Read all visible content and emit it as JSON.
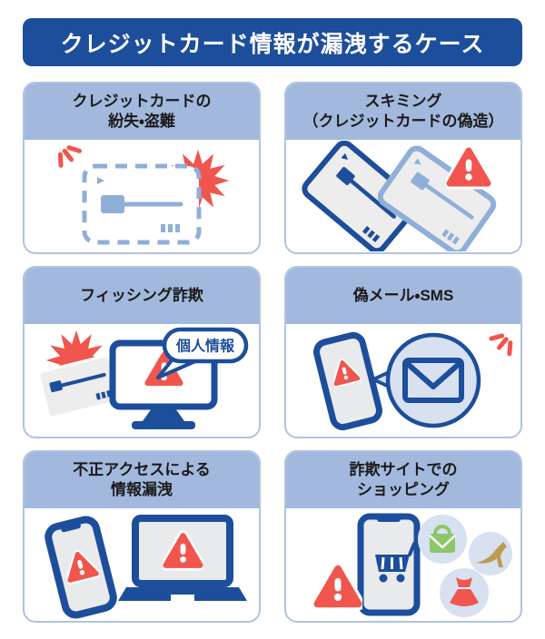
{
  "title": "クレジットカード情報が漏洩するケース",
  "colors": {
    "primary_blue": "#1d4e9c",
    "header_blue": "#a2b9dd",
    "panel_border": "#b0c3e0",
    "icon_blue": "#8fafd9",
    "alert_red": "#f0564e",
    "pale_circle": "#d7e1f0",
    "screen_gray": "#e9eaec",
    "card_gray": "#ededed",
    "bag_green": "#8cc76a",
    "heel_gold": "#bf9b50",
    "dress_red": "#f0564e",
    "header_text": "#1a1a1a"
  },
  "panels": [
    {
      "id": "card-loss-theft",
      "label": "クレジットカードの\n紛失・盗難"
    },
    {
      "id": "skimming",
      "label": "スキミング\n（クレジットカードの偽造）"
    },
    {
      "id": "phishing",
      "label": "フィッシング詐欺",
      "bubble_text": "個人情報"
    },
    {
      "id": "fake-mail-sms",
      "label": "偽メール・SMS"
    },
    {
      "id": "unauthorized-access",
      "label": "不正アクセスによる\n情報漏洩"
    },
    {
      "id": "fraud-site-shopping",
      "label": "詐欺サイトでの\nショッピング"
    }
  ]
}
